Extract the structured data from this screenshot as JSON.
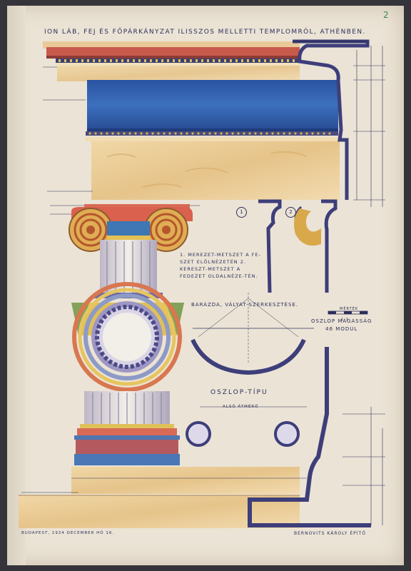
{
  "sheet": {
    "title": "ION LÁB, FEJ ÉS FŐPÁRKÁNYZAT ILISSZOS MELLETTI TEMPLOMRÓL, ATHÉNBEN.",
    "detail_marks": [
      "1",
      "2"
    ],
    "legend_text": "1. MEREZET-METSZET A FE-SZET ELŐLNÉZETÉN 2. KERESZT-METSZET A FEDEZET OLDALNÉZE-TÉN.",
    "flute_heading": "BARÁZDA, VÁLYAT-SZERKESZTÉSE.",
    "scale_label": "MÉRTÉK",
    "scale_sub": "1:1",
    "column_height_note_line1": "OSZLOP MAGASSÁG",
    "column_height_note_line2": "46 MODUL",
    "column_type": "OSZLOP-TÍPU",
    "diameter_label": "ALSÓ ÁTMÉRŐ",
    "footer_left": "BUDAPEST, 1924 DECEMBER HÓ 16.",
    "footer_right": "BERNOVITS KÁROLY ÉPÍTŐ",
    "corner_mark": "2"
  },
  "colors": {
    "paper": "#ebe3d5",
    "ink": "#2c2f5c",
    "frieze_blue": "#2f5fa8",
    "sandstone": "#e9c98f",
    "red": "#c2574a",
    "gold": "#d7b04a",
    "lilac": "#8a87b8"
  }
}
